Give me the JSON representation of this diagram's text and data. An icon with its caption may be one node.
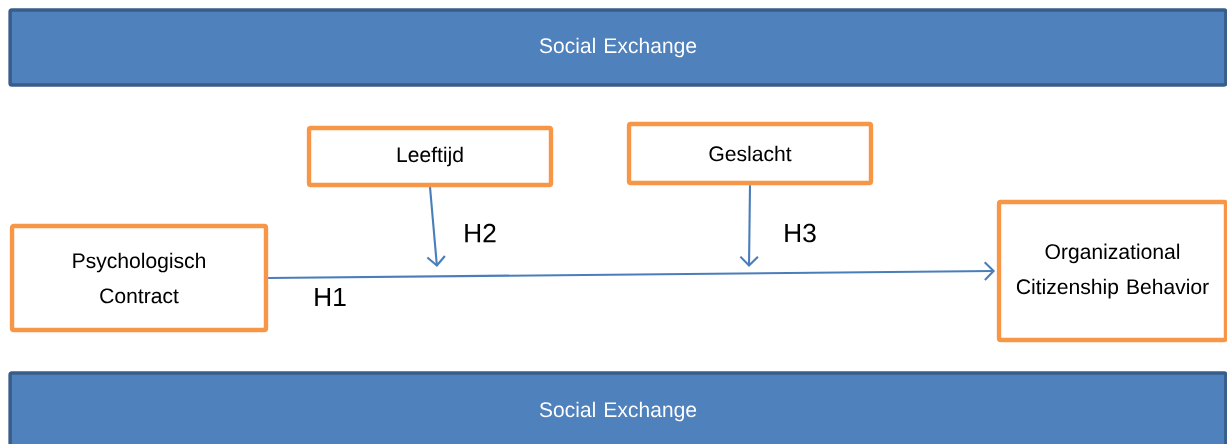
{
  "diagram": {
    "nodes": [
      {
        "text": [
          "Social Exchange"
        ]
      },
      {
        "text": [
          "Leeftijd"
        ]
      },
      {
        "text": [
          "Geslacht"
        ]
      },
      {
        "text": [
          "Psychologisch Contract"
        ]
      },
      {
        "text": [
          "Organizational Citizenship Behavior"
        ]
      },
      {
        "text": [
          "Social Exchange"
        ]
      }
    ],
    "edges": [
      {
        "from": 3,
        "to": 4,
        "arrow": "to",
        "label": "H1"
      },
      {
        "from": 1,
        "to": null,
        "arrow": "to",
        "label": "H2"
      },
      {
        "from": 2,
        "to": null,
        "arrow": "to",
        "label": "H3"
      }
    ]
  }
}
